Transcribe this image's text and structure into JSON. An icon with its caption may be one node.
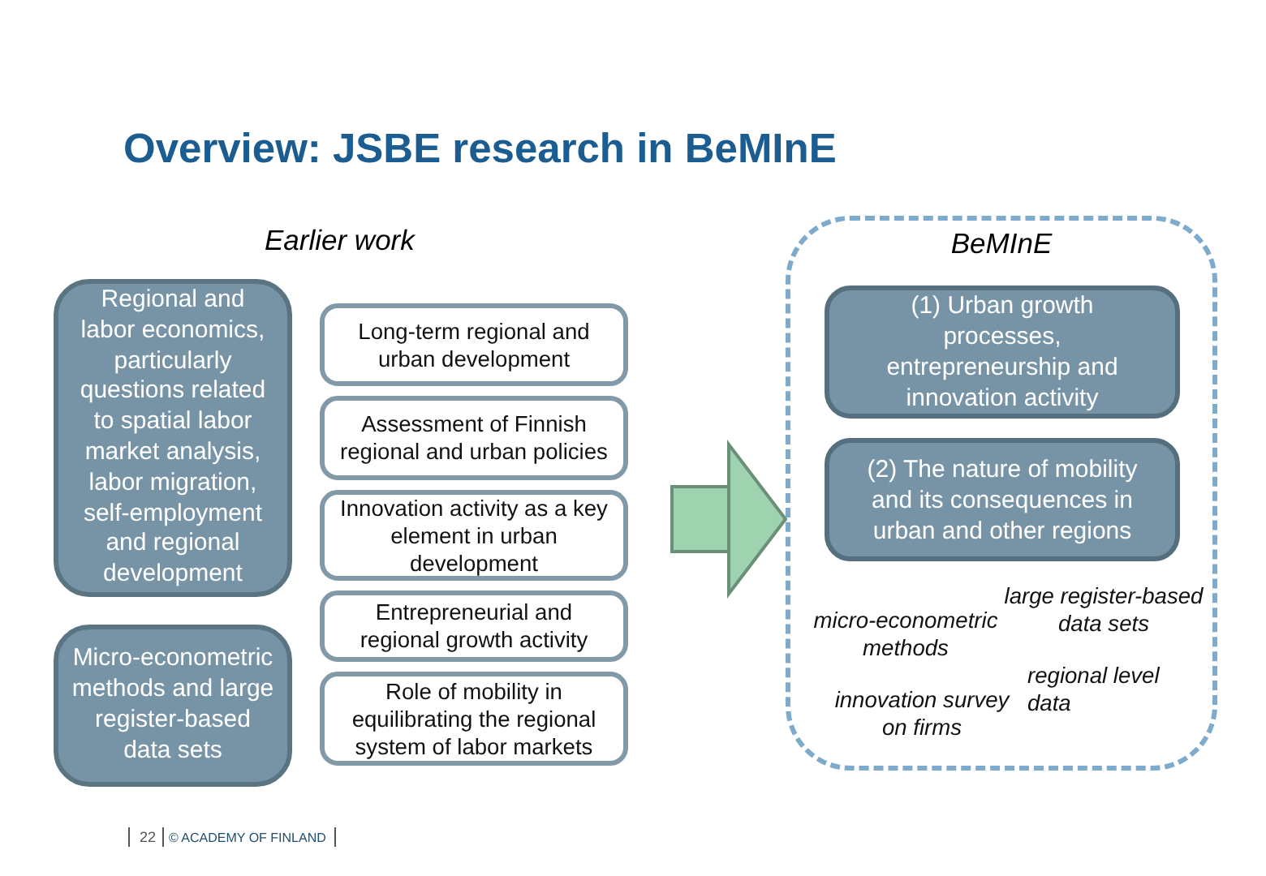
{
  "diagram": {
    "title": "Overview: JSBE research in BeMInE",
    "nodes": [
      {
        "text": [
          "Regional and labor economics, particularly questions related to spatial labor market analysis, labor migration, self-employment and regional development"
        ]
      },
      {
        "text": [
          "Micro-econometric methods and large register-based data sets"
        ]
      },
      {
        "text": [
          "Long-term regional and urban development"
        ]
      },
      {
        "text": [
          "Assessment of Finnish regional and urban policies"
        ]
      },
      {
        "text": [
          "Innovation activity as a key element in urban development"
        ]
      },
      {
        "text": [
          "Entrepreneurial and regional growth activity"
        ]
      },
      {
        "text": [
          "Role of mobility in equilibrating the regional system of labor markets"
        ]
      },
      {
        "text": [
          "BeMInE"
        ]
      },
      {
        "text": [
          "(1) Urban growth processes, entrepreneurship and innovation activity"
        ],
        "in": 7
      },
      {
        "text": [
          "(2) The nature of mobility and its consequences in urban and other regions"
        ],
        "in": 7
      }
    ],
    "edges": [
      {
        "from": null,
        "to": 7,
        "arrow": "to",
        "color": "#9fd3b0"
      }
    ],
    "labels": [
      "Earlier work",
      "large register-based data sets",
      "micro-econometric methods",
      "regional level data",
      "innovation survey on firms",
      "22",
      "© ACADEMY OF FINLAND"
    ]
  }
}
